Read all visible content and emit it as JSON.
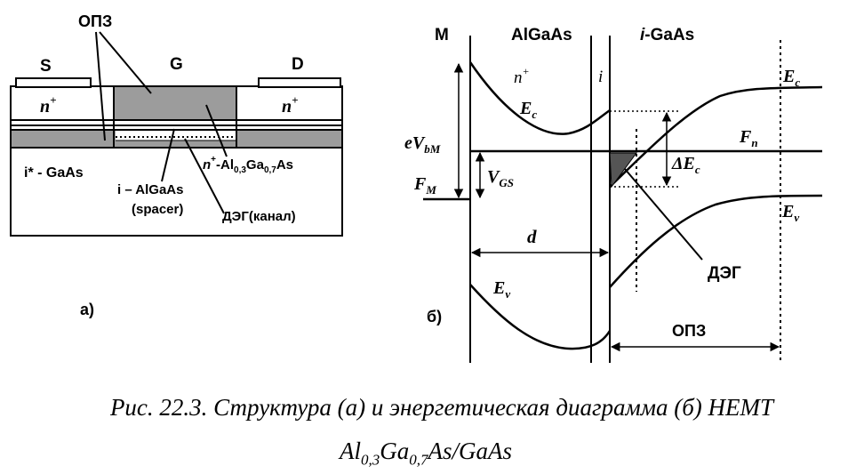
{
  "diagram_a": {
    "label_ops": "ОПЗ",
    "label_s": "S",
    "label_g": "G",
    "label_d": "D",
    "label_nplus": "n",
    "label_plus": "+",
    "label_igaas": "i* - GaAs",
    "label_ialgaas": "i – AlGaAs",
    "label_spacer": "(spacer)",
    "label_nal_n": "n",
    "label_nal_rest": "-Al",
    "label_nal_sub1": "0,3",
    "label_nal_ga": "Ga",
    "label_nal_sub2": "0,7",
    "label_nal_as": "As",
    "label_deg": "ДЭГ(канал)",
    "label_part": "а)"
  },
  "diagram_b": {
    "label_m": "M",
    "label_algaas": "AlGaAs",
    "label_igaas_i": "i",
    "label_igaas_rest": "-GaAs",
    "label_nplus": "n",
    "label_plus": "+",
    "label_i": "i",
    "label_ec": "E",
    "label_ec_sub": "c",
    "label_ev": "E",
    "label_ev_sub": "v",
    "label_fn": "F",
    "label_fn_sub": "n",
    "label_fm": "F",
    "label_fm_sub": "M",
    "label_evbm": "eV",
    "label_evbm_sub": "bM",
    "label_vgs": "V",
    "label_vgs_sub": "GS",
    "label_delta_ec": "ΔE",
    "label_delta_ec_sub": "c",
    "label_d": "d",
    "label_deg": "ДЭГ",
    "label_ops": "ОПЗ",
    "label_part": "б)"
  },
  "caption": {
    "line1": "Рис. 22.3. Структура (а) и энергетическая диаграмма (б) НЕМТ",
    "line2_al": "Al",
    "line2_sub1": "0,3",
    "line2_ga": "Ga",
    "line2_sub2": "0,7",
    "line2_rest": "As/GaAs"
  }
}
